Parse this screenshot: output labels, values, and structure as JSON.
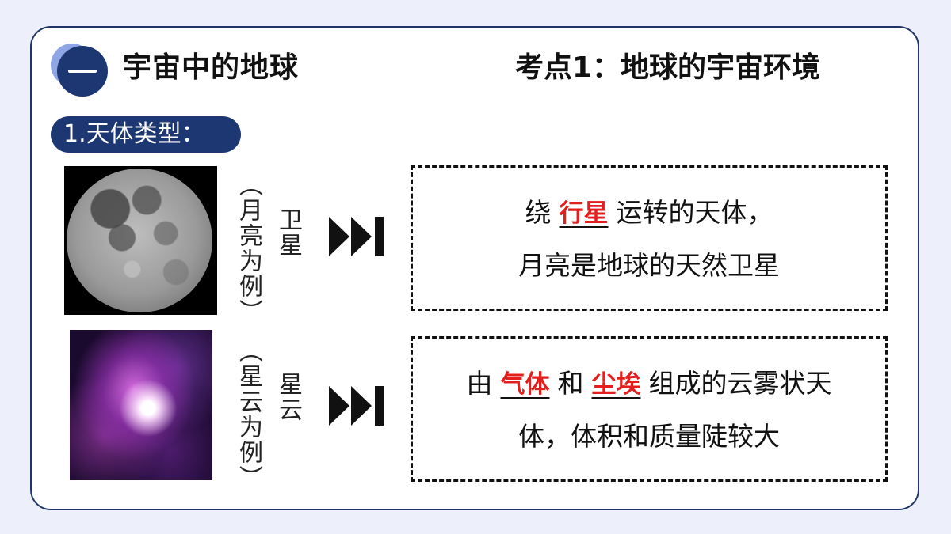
{
  "header": {
    "section_title": "宇宙中的地球",
    "topic_title": "考点1：地球的宇宙环境"
  },
  "subheading": "1.天体类型：",
  "rows": [
    {
      "example": "（月亮为例）",
      "type": "卫星",
      "definition": {
        "line1_before": "绕",
        "blank1": "行星",
        "line1_after": "运转的天体，",
        "line2": "月亮是地球的天然卫星"
      }
    },
    {
      "example": "（星云为例）",
      "type": "星云",
      "definition": {
        "line1_before": "由",
        "blank1": "气体",
        "line1_mid": "和",
        "blank2": "尘埃",
        "line1_after": "组成的云雾状天",
        "line2": "体，体积和质量陡较大"
      }
    }
  ],
  "colors": {
    "navy": "#1d3772",
    "badge_light": "#8ea6e6",
    "answer_red": "#e41d1d",
    "page_bg": "#edf0fa"
  },
  "icons": [
    "moon-photo",
    "nebula-photo",
    "fast-forward-icon"
  ]
}
